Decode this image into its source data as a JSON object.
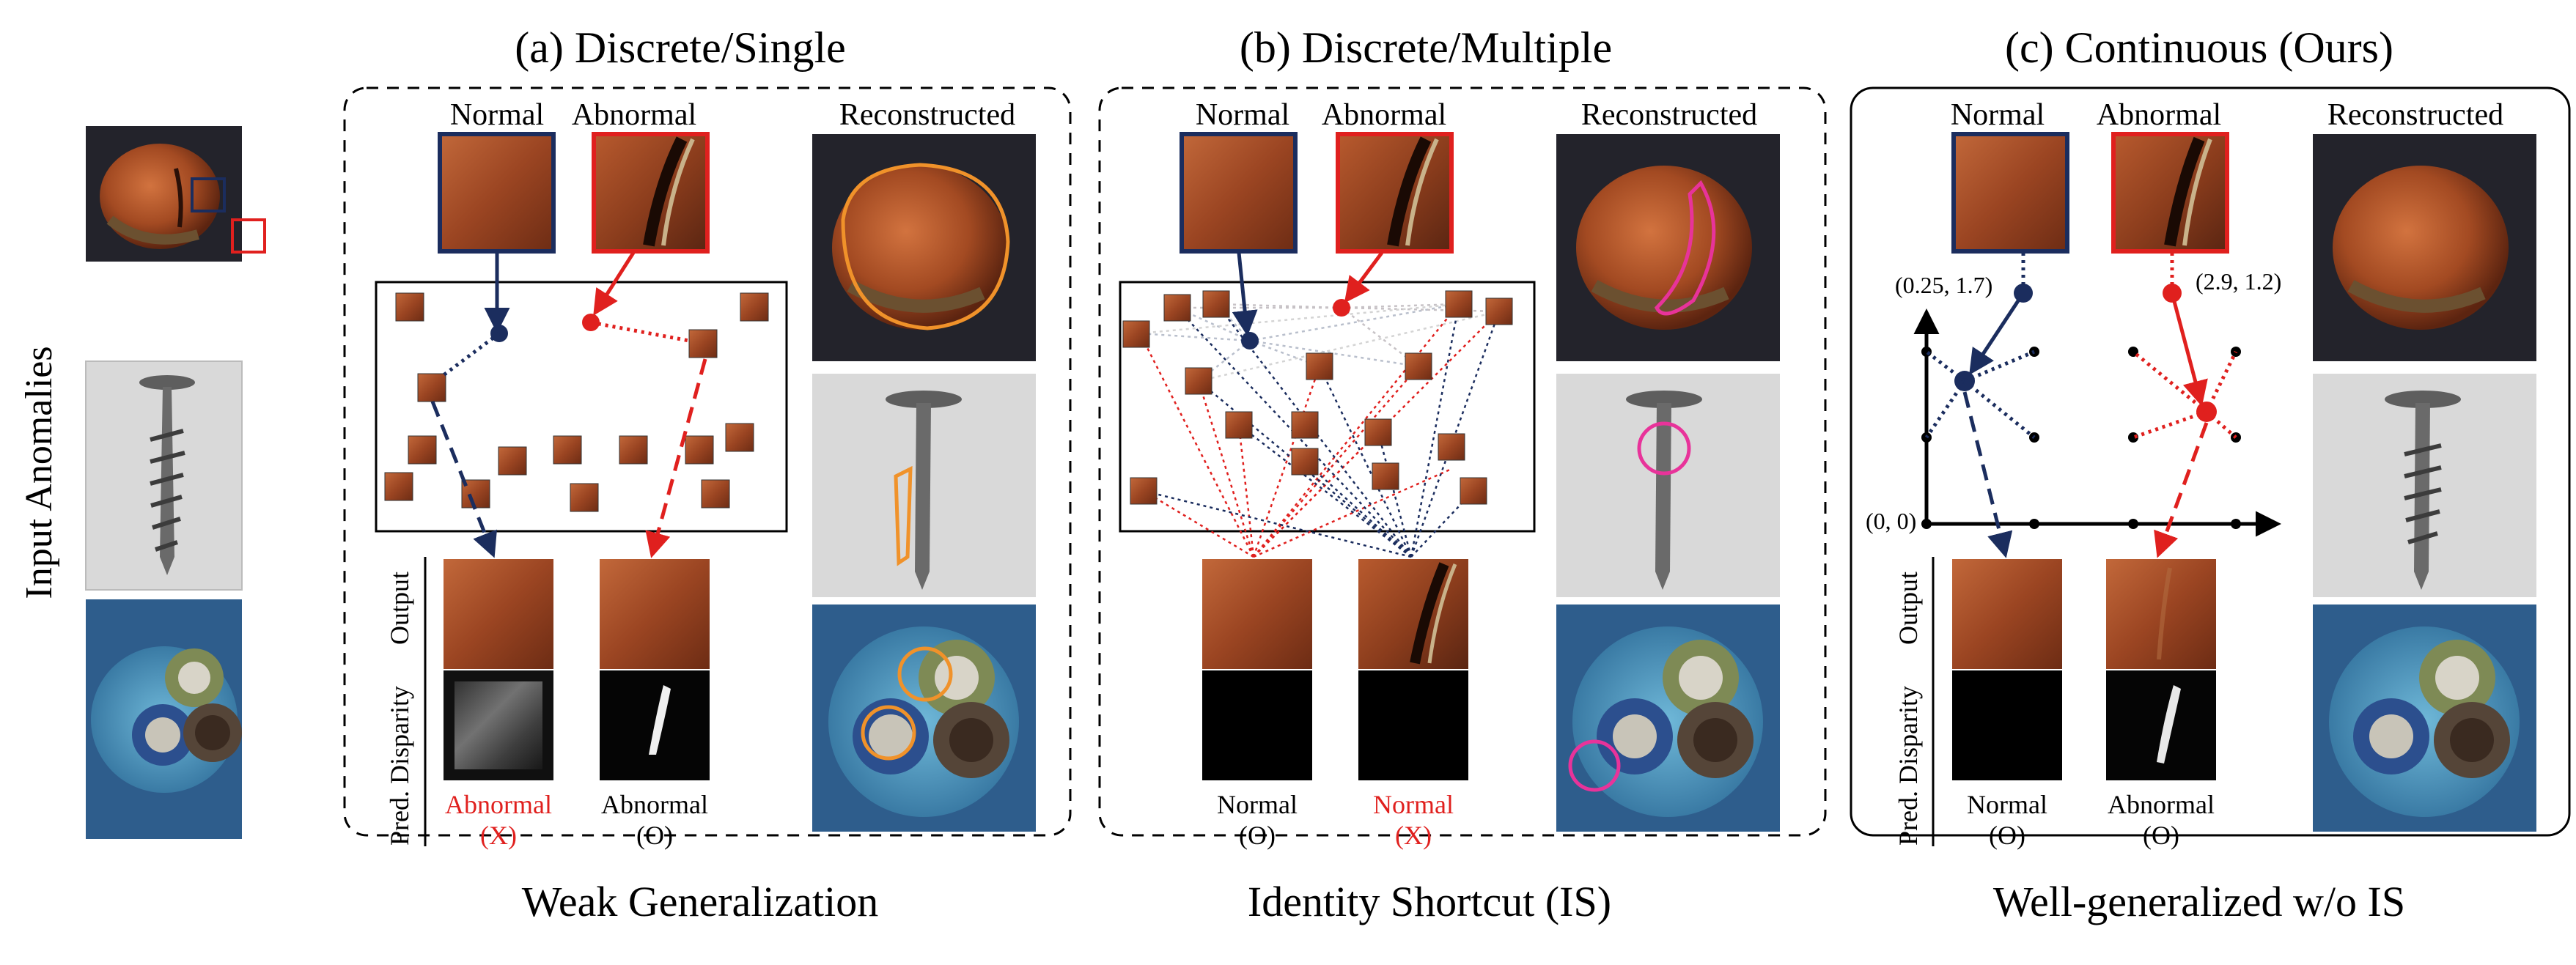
{
  "side_label": "Input Anomalies",
  "panels": [
    {
      "title": "(a) Discrete/Single",
      "caption": "Weak Generalization",
      "normal_label": "Normal",
      "abnormal_label": "Abnormal",
      "reconstructed_label": "Reconstructed",
      "row_output": "Output",
      "row_disparity": "Pred. Disparity",
      "pred_left": {
        "label": "Abnormal",
        "mark": "(X)",
        "color": "#e0201e"
      },
      "pred_right": {
        "label": "Abnormal",
        "mark": "(O)",
        "color": "#000000"
      }
    },
    {
      "title": "(b) Discrete/Multiple",
      "caption": "Identity Shortcut (IS)",
      "normal_label": "Normal",
      "abnormal_label": "Abnormal",
      "reconstructed_label": "Reconstructed",
      "pred_left": {
        "label": "Normal",
        "mark": "(O)",
        "color": "#000000"
      },
      "pred_right": {
        "label": "Normal",
        "mark": "(X)",
        "color": "#e0201e"
      }
    },
    {
      "title": "(c) Continuous (Ours)",
      "caption": "Well-generalized w/o IS",
      "normal_label": "Normal",
      "abnormal_label": "Abnormal",
      "reconstructed_label": "Reconstructed",
      "row_output": "Output",
      "row_disparity": "Pred. Disparity",
      "coord_normal": "(0.25, 1.7)",
      "coord_abnormal": "(2.9, 1.2)",
      "coord_origin": "(0, 0)",
      "pred_left": {
        "label": "Normal",
        "mark": "(O)",
        "color": "#000000"
      },
      "pred_right": {
        "label": "Abnormal",
        "mark": "(O)",
        "color": "#000000"
      }
    }
  ],
  "colors": {
    "normal": "#1b2d5e",
    "abnormal": "#e0201e",
    "highlight_a": "#f0922a",
    "highlight_b": "#e8339a",
    "hazelnut_bg": "#23232b",
    "screw_bg": "#d9d9d9",
    "cable_bg": "#2e5d8c",
    "patch": "#a04a22"
  }
}
